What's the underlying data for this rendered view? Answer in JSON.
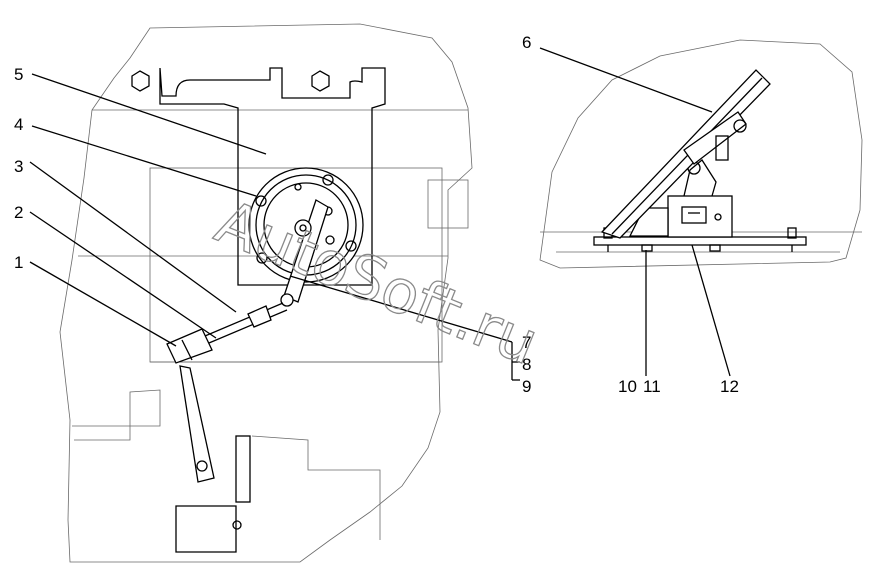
{
  "callouts": [
    {
      "id": "1",
      "label": "1"
    },
    {
      "id": "2",
      "label": "2"
    },
    {
      "id": "3",
      "label": "3"
    },
    {
      "id": "4",
      "label": "4"
    },
    {
      "id": "5",
      "label": "5"
    },
    {
      "id": "6",
      "label": "6"
    },
    {
      "id": "7",
      "label": "7"
    },
    {
      "id": "8",
      "label": "8"
    },
    {
      "id": "9",
      "label": "9"
    },
    {
      "id": "10",
      "label": "10"
    },
    {
      "id": "11",
      "label": "11"
    },
    {
      "id": "12",
      "label": "12"
    }
  ],
  "watermark": "AutoSoft.ru",
  "colors": {
    "ink": "#000000",
    "thin_line": "#6a6a6a",
    "watermark": "#8a8a8a",
    "background": "#ffffff"
  }
}
